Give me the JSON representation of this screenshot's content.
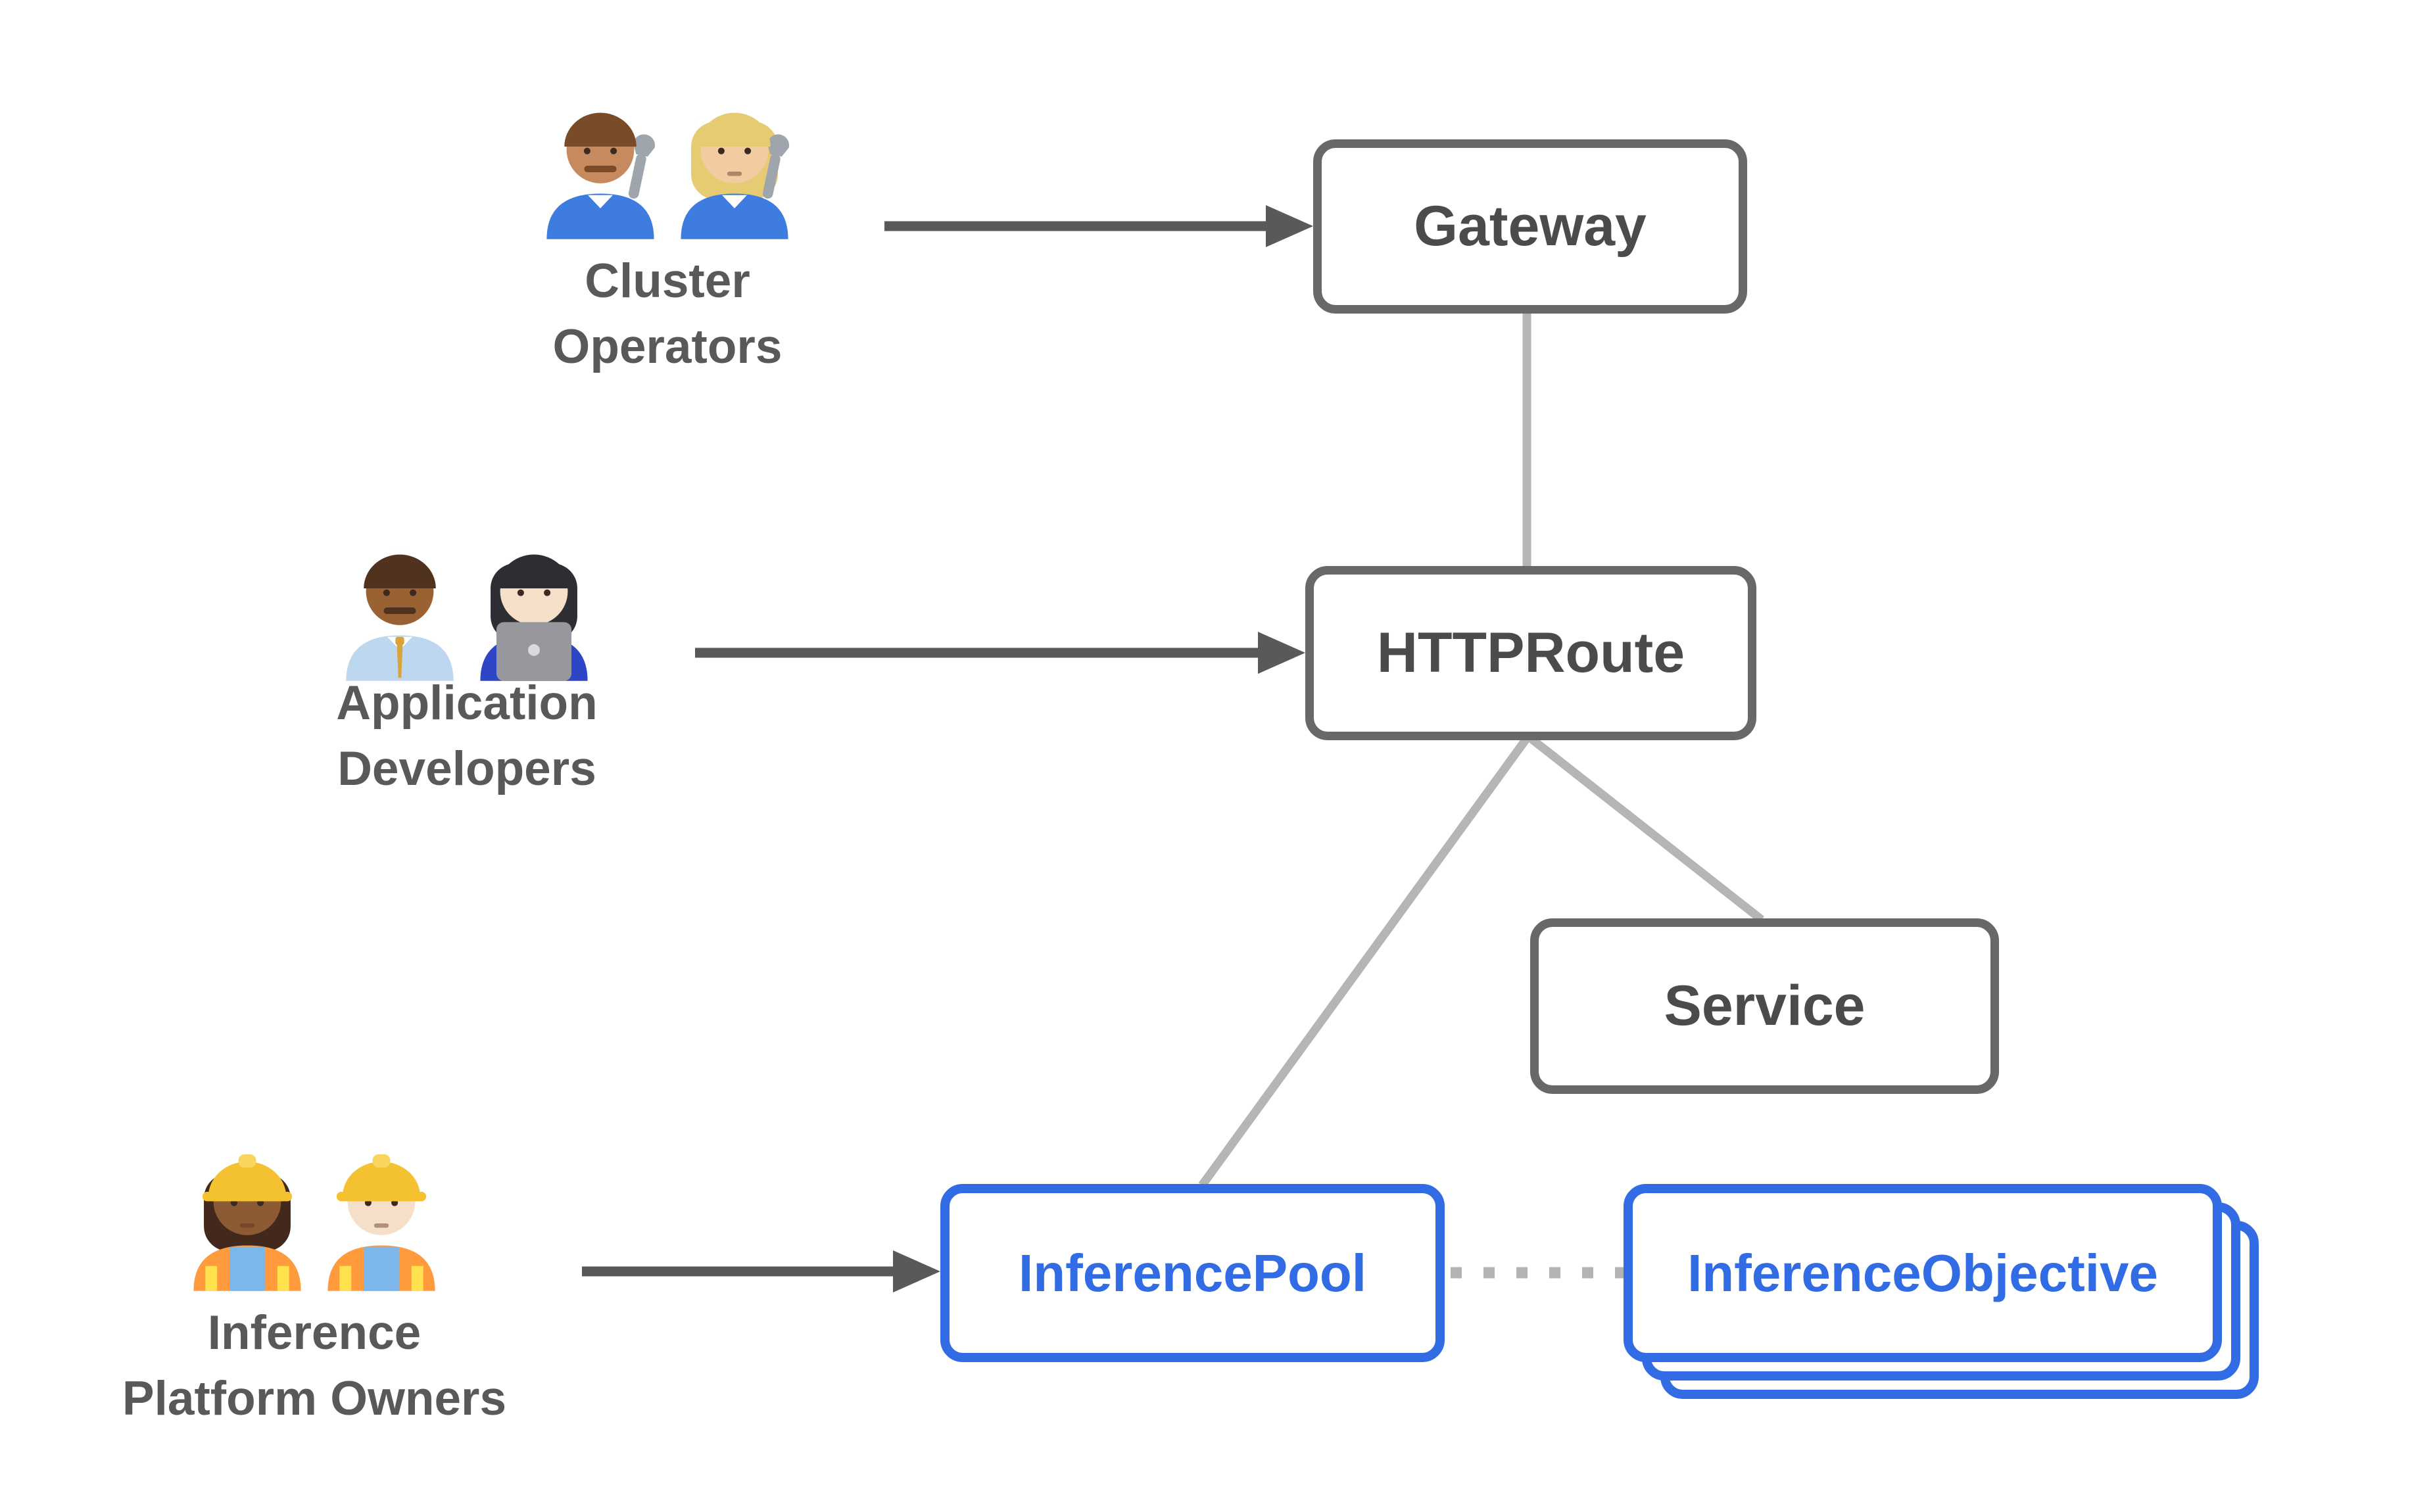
{
  "diagram": {
    "background": "#ffffff",
    "colors": {
      "accent_blue": "#326ce5",
      "box_border_gray": "#66686a",
      "box_text_gray": "#4a4b4d",
      "persona_text_gray": "#58595b",
      "arrow_dark_gray": "#595959",
      "connector_light_gray": "#b5b5b5",
      "dotted_gray": "#b3b3b3",
      "box_fill": "#ffffff"
    },
    "nodes": [
      {
        "id": "gateway",
        "label": "Gateway",
        "style": "gray"
      },
      {
        "id": "httproute",
        "label": "HTTPRoute",
        "style": "gray"
      },
      {
        "id": "service",
        "label": "Service",
        "style": "gray"
      },
      {
        "id": "inferencepool",
        "label": "InferencePool",
        "style": "blue"
      },
      {
        "id": "inferenceobjective",
        "label": "InferenceObjective",
        "style": "blue-stacked",
        "stack_count": 3
      }
    ],
    "personas": [
      {
        "name": "Cluster Operators",
        "label_lines": [
          "Cluster",
          "Operators"
        ],
        "emojis": [
          {
            "name": "man-mechanic-emoji",
            "skin": "#c68a5e",
            "hair": "#7a4b28",
            "hairstyle": "short",
            "shirt": "#3e7ce0",
            "mustache": true,
            "accessories": [
              "wrench"
            ]
          },
          {
            "name": "woman-mechanic-emoji",
            "skin": "#f3cba1",
            "hair": "#e7cb72",
            "hairstyle": "bob",
            "shirt": "#3e7ce0",
            "mustache": false,
            "accessories": [
              "wrench"
            ]
          }
        ]
      },
      {
        "name": "Application Developers",
        "label_lines": [
          "Application",
          "Developers"
        ],
        "emojis": [
          {
            "name": "man-office-worker-emoji",
            "skin": "#9a6233",
            "hair": "#50331e",
            "hairstyle": "short",
            "shirt": "#bdd7f0",
            "mustache": true,
            "accessories": [
              "tie"
            ]
          },
          {
            "name": "woman-technologist-emoji",
            "skin": "#f6dfc8",
            "hair": "#2e2d33",
            "hairstyle": "bob",
            "shirt": "#2f45c8",
            "mustache": false,
            "accessories": [
              "laptop"
            ]
          }
        ]
      },
      {
        "name": "Inference Platform Owners",
        "label_lines": [
          "Inference",
          "Platform Owners"
        ],
        "emojis": [
          {
            "name": "woman-construction-worker-emoji",
            "skin": "#8c5a33",
            "hair": "#42291c",
            "hairstyle": "bob",
            "shirt": "#7db6ea",
            "mustache": false,
            "accessories": [
              "helmet",
              "vest"
            ]
          },
          {
            "name": "man-construction-worker-emoji",
            "skin": "#f6dfc8",
            "hair": "#2e2d33",
            "hairstyle": "short",
            "shirt": "#7db6ea",
            "mustache": false,
            "accessories": [
              "helmet",
              "vest"
            ]
          }
        ]
      }
    ],
    "arrows": [
      {
        "from": "Cluster Operators",
        "to": "Gateway"
      },
      {
        "from": "Application Developers",
        "to": "HTTPRoute"
      },
      {
        "from": "Inference Platform Owners",
        "to": "InferencePool"
      }
    ],
    "edges": [
      {
        "from": "Gateway",
        "to": "HTTPRoute",
        "style": "solid-light"
      },
      {
        "from": "HTTPRoute",
        "to": "InferencePool",
        "style": "solid-light"
      },
      {
        "from": "HTTPRoute",
        "to": "Service",
        "style": "solid-light"
      },
      {
        "from": "InferencePool",
        "to": "InferenceObjective",
        "style": "dotted"
      }
    ]
  }
}
